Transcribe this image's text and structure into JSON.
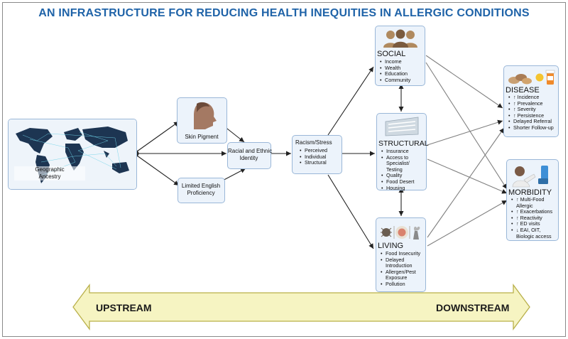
{
  "title": "AN INFRASTRUCTURE FOR REDUCING HEALTH INEQUITIES IN ALLERGIC CONDITIONS",
  "nodes": {
    "geographic": {
      "label": "Geographic\nAncestry"
    },
    "skin": {
      "label": "Skin Pigment"
    },
    "english": {
      "label": "Limited English\nProficiency"
    },
    "racial": {
      "label": "Racial and Ethnic\nIdentity"
    },
    "racism": {
      "title": "Racism/Stress",
      "items": [
        "Perceived",
        "Individual",
        "Structural"
      ]
    },
    "social": {
      "title": "SOCIAL",
      "items": [
        "Income",
        "Wealth",
        "Education",
        "Community"
      ]
    },
    "structural": {
      "title": "STRUCTURAL",
      "items": [
        "Insurance",
        "Access to Specialist/ Testing",
        "Quality",
        "Food Desert",
        "Housing"
      ]
    },
    "living": {
      "title": "LIVING",
      "items": [
        "Food Insecurity",
        "Delayed Introduction",
        "Allergen/Pest Exposure",
        "Pollution"
      ]
    },
    "disease": {
      "title": "DISEASE",
      "items": [
        "↑ Incidence",
        "↑ Prevalence",
        "↑ Severity",
        "↑ Persistence",
        "Delayed Referral",
        "Shorter Follow-up"
      ]
    },
    "morbidity": {
      "title": "MORBIDITY",
      "items": [
        "↑ Multi-Food Allergic",
        "↑ Exacerbations",
        "↑ Reactivity",
        "↑ ED visits",
        "↓ EAI, OIT, Biologic access"
      ]
    }
  },
  "banner": {
    "left": "UPSTREAM",
    "right": "DOWNSTREAM"
  },
  "colors": {
    "title": "#1f63a8",
    "box_fill": "#ecf3fb",
    "box_border": "#9ab7d8",
    "banner_fill": "#f6f4c2",
    "banner_stroke": "#b9b04a",
    "map_bg": "#1d3552"
  },
  "icons": [
    "world-map-icon",
    "face-profile-icon",
    "people-group-icon",
    "building-icon",
    "food-allergen-icon",
    "food-pills-icon",
    "inhaler-patient-icon"
  ]
}
